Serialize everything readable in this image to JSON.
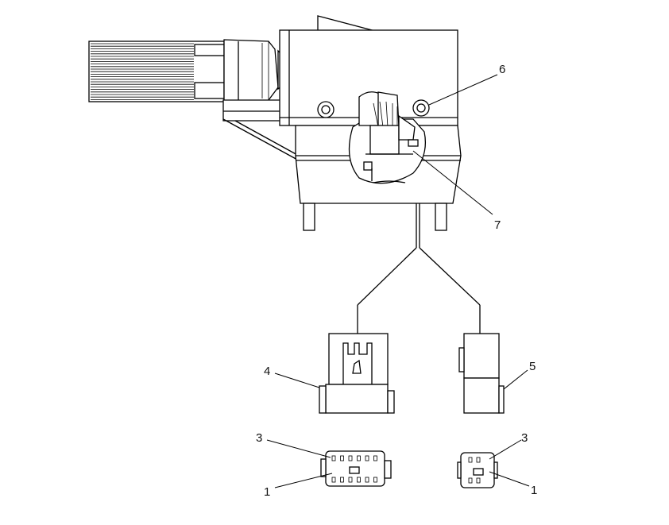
{
  "callouts": [
    {
      "id": "6"
    },
    {
      "id": "7"
    },
    {
      "id": "4"
    },
    {
      "id": "5"
    },
    {
      "id": "3"
    },
    {
      "id": "1"
    },
    {
      "id": "3"
    },
    {
      "id": "1"
    }
  ]
}
